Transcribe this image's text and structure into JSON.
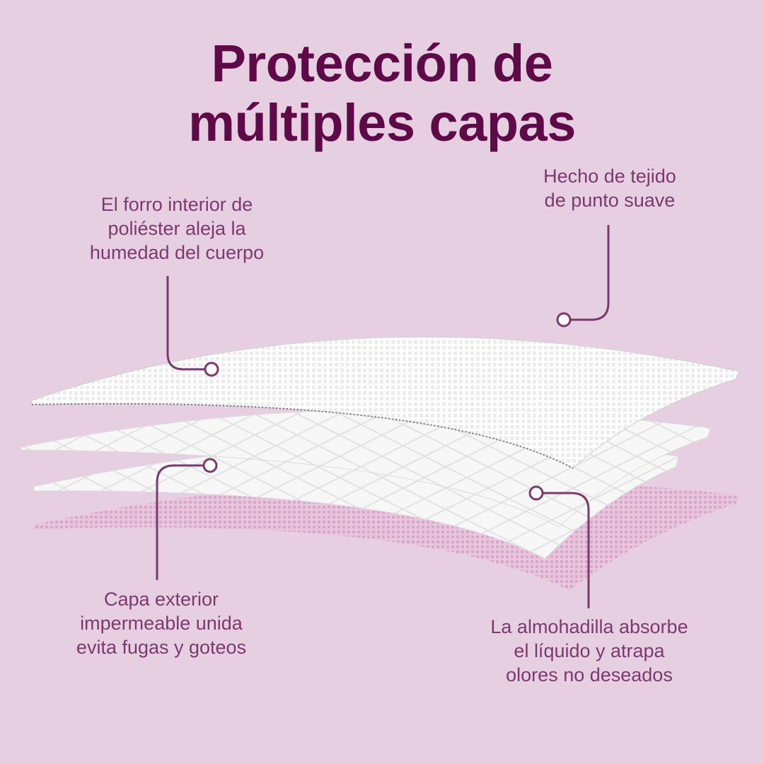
{
  "title": {
    "line1": "Protección de",
    "line2": "múltiples capas"
  },
  "callouts": {
    "inner_lining": [
      "El forro interior de",
      "poliéster aleja la",
      "humedad del cuerpo"
    ],
    "soft_knit": [
      "Hecho de tejido",
      "de punto suave"
    ],
    "outer_layer": [
      "Capa exterior",
      "impermeable unida",
      "evita fugas y goteos"
    ],
    "absorbent_pad": [
      "La almohadilla absorbe",
      "el líquido y atrapa",
      "olores no deseados"
    ]
  },
  "colors": {
    "background": "#e7cfe2",
    "title": "#5e0a48",
    "text": "#7b3a6d",
    "line": "#7b3a6d"
  }
}
